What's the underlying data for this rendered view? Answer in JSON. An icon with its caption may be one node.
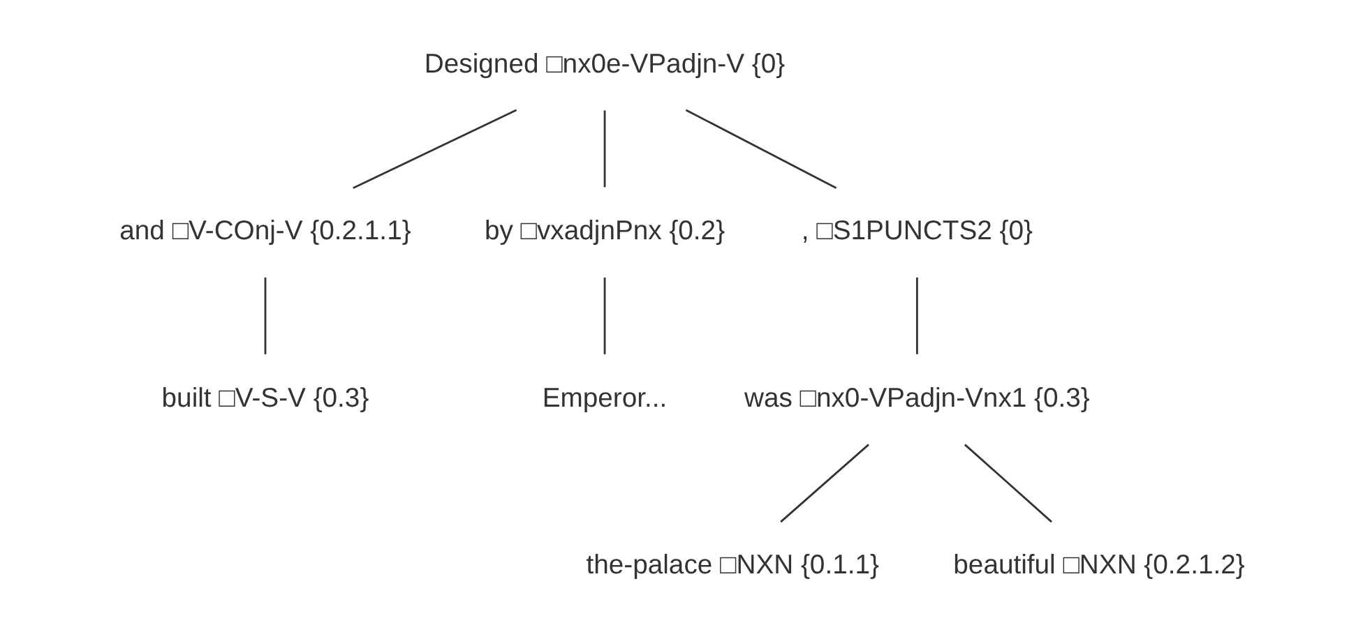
{
  "diagram": {
    "nodes": [
      {
        "text": [
          "Designed □nx0e-VPadjn-V {0}"
        ]
      },
      {
        "text": [
          "and □V-COnj-V {0.2.1.1}"
        ]
      },
      {
        "text": [
          "by □vxadjnPnx {0.2}"
        ]
      },
      {
        "text": [
          ", □S1PUNCTS2 {0}"
        ]
      },
      {
        "text": [
          "built □V-S-V {0.3}"
        ]
      },
      {
        "text": [
          "Emperor..."
        ]
      },
      {
        "text": [
          "was □nx0-VPadjn-Vnx1 {0.3}"
        ]
      },
      {
        "text": [
          "the-palace □NXN {0.1.1}"
        ]
      },
      {
        "text": [
          "beautiful □NXN {0.2.1.2}"
        ]
      }
    ],
    "edges": [
      {
        "from": 0,
        "to": 1,
        "arrow": "none"
      },
      {
        "from": 0,
        "to": 2,
        "arrow": "none"
      },
      {
        "from": 0,
        "to": 3,
        "arrow": "none"
      },
      {
        "from": 1,
        "to": 4,
        "arrow": "none"
      },
      {
        "from": 2,
        "to": 5,
        "arrow": "none"
      },
      {
        "from": 3,
        "to": 6,
        "arrow": "none"
      },
      {
        "from": 6,
        "to": 7,
        "arrow": "none"
      },
      {
        "from": 6,
        "to": 8,
        "arrow": "none"
      }
    ]
  }
}
